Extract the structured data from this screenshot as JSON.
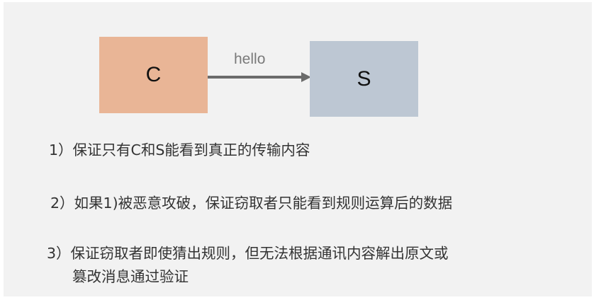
{
  "diagram": {
    "nodes": [
      {
        "id": "C",
        "label": "C",
        "color": "#e9b596"
      },
      {
        "id": "S",
        "label": "S",
        "color": "#bdc7d3"
      }
    ],
    "edges": [
      {
        "from": "C",
        "to": "S",
        "label": "hello",
        "color": "#6b6b6b"
      }
    ]
  },
  "points": [
    {
      "text": "1）保证只有C和S能看到真正的传输内容"
    },
    {
      "text": "2）如果1)被恶意攻破，保证窃取者只能看到规则运算后的数据"
    },
    {
      "line1": "3）保证窃取者即使猜出规则，但无法根据通讯内容解出原文或",
      "line2": "篡改消息通过验证"
    }
  ]
}
